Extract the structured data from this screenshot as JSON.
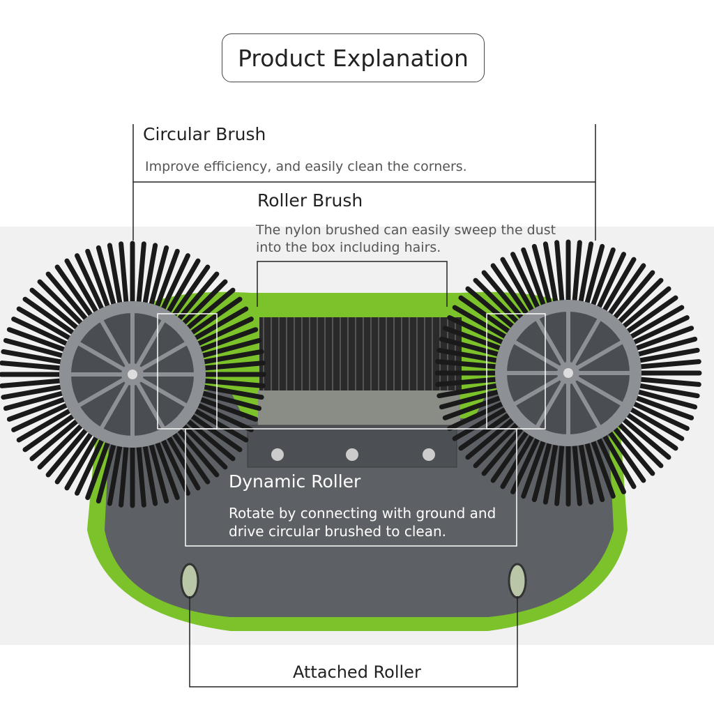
{
  "title": "Product Explanation",
  "callouts": {
    "circular_brush": {
      "label": "Circular Brush",
      "description": "Improve efficiency, and easily clean the corners."
    },
    "roller_brush": {
      "label": "Roller Brush",
      "description_lines": [
        "The nylon brushed can easily sweep the dust",
        "into the box including hairs."
      ]
    },
    "dynamic_roller": {
      "label": "Dynamic Roller",
      "description_lines": [
        "Rotate by connecting with ground and",
        "drive circular brushed to clean."
      ]
    },
    "attached_roller": {
      "label": "Attached Roller"
    }
  },
  "colors": {
    "body_green": "#7cc22a",
    "plate_gray": "#5d6064",
    "hub_gray": "#8d9094",
    "bristle": "#1a1a1a",
    "background": "#f1f1f1"
  }
}
